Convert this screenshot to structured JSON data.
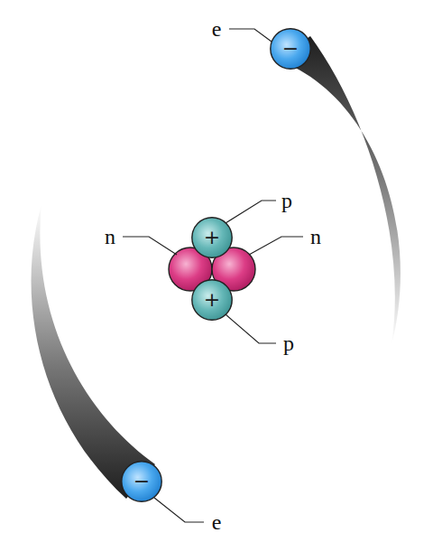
{
  "diagram": {
    "nodes": [
      {
        "text": [
          "−"
        ]
      },
      {
        "text": [
          "+"
        ]
      },
      {
        "text": [
          "+"
        ]
      },
      {
        "text": [
          "−"
        ]
      }
    ],
    "labels": [
      "e",
      "p",
      "n",
      "n",
      "p",
      "e"
    ]
  }
}
